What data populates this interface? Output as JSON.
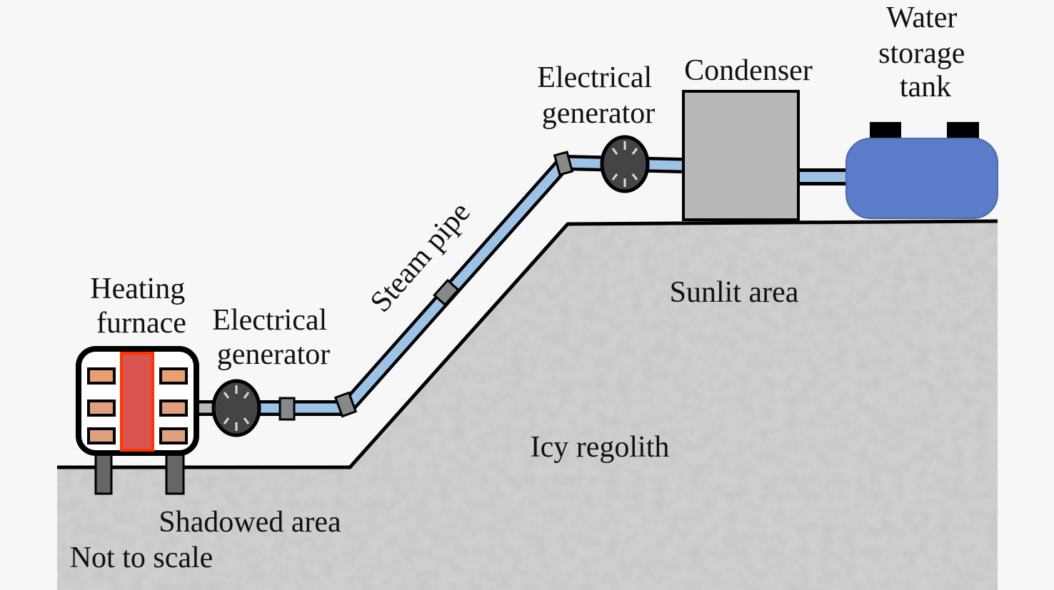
{
  "labels": {
    "heating_furnace": [
      "Heating",
      "furnace"
    ],
    "generator_left": [
      "Electrical",
      "generator"
    ],
    "steam_pipe": "Steam pipe",
    "generator_right": [
      "Electrical",
      "generator"
    ],
    "condenser": "Condenser",
    "water_tank": [
      "Water",
      "storage",
      "tank"
    ],
    "sunlit_area": "Sunlit area",
    "icy_regolith": "Icy regolith",
    "shadowed_area": "Shadowed area",
    "not_to_scale": "Not to scale"
  },
  "colors": {
    "pipe_fill": "#9cc3e6",
    "furnace_core": "#d9534f",
    "furnace_core_border": "#ff3300",
    "condenser": "#b8b8b8",
    "tank": "#5b7cc9",
    "regolith": "#c4c4c4",
    "generator": "#444444"
  }
}
